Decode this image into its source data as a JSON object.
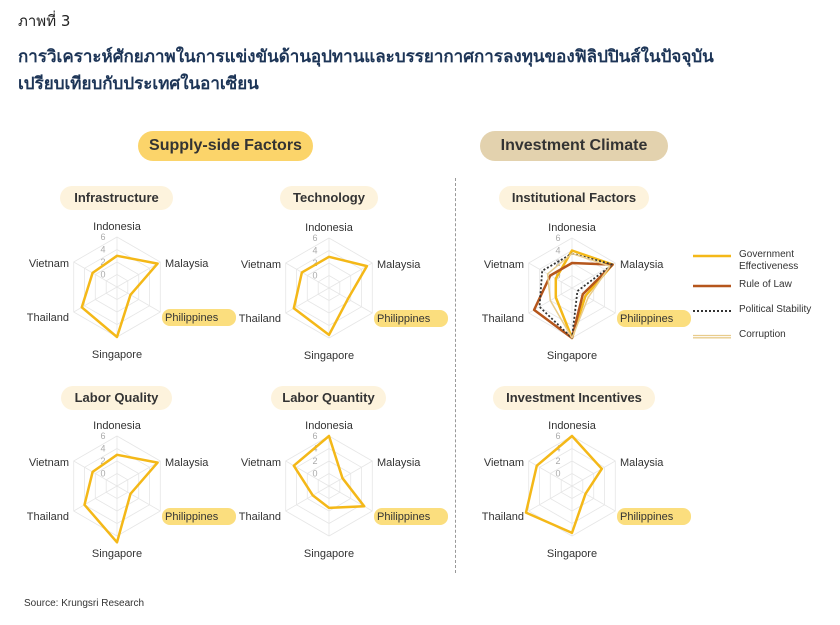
{
  "figure_label": "ภาพที่ 3",
  "headline": {
    "line1": "การวิเคราะห์ศักยภาพในการแข่งขันด้านอุปทานและบรรยากาศการลงทุนของฟิลิปปินส์ในปัจจุบัน",
    "line2": "เปรียบเทียบกับประเทศในอาเซียน"
  },
  "sections": {
    "supply": "Supply-side Factors",
    "investment": "Investment Climate"
  },
  "colors": {
    "gold": "#f4b818",
    "brown": "#b5561c",
    "light": "#e8cc8c",
    "highlight": "#fbde7e",
    "supply_pill": "#fbd46a",
    "investment_pill": "#e3d2ae"
  },
  "legend": [
    {
      "label": "Government Effectiveness",
      "style": "solid",
      "color": "#f4b818"
    },
    {
      "label": "Rule of Law",
      "style": "solid",
      "color": "#b5561c"
    },
    {
      "label": "Political Stability",
      "style": "dotted",
      "color": "#333333"
    },
    {
      "label": "Corruption",
      "style": "double",
      "color": "#e8cc8c"
    }
  ],
  "source": "Source: Krungsri Research",
  "chart_data": [
    {
      "type": "radar",
      "title": "Infrastructure",
      "axes": [
        "Indonesia",
        "Malaysia",
        "Philippines",
        "Singapore",
        "Thailand",
        "Vietnam"
      ],
      "highlight_axis": "Philippines",
      "tick_labels": [
        "6",
        "4",
        "2",
        "0"
      ],
      "rlim": [
        -2,
        6
      ],
      "series": [
        {
          "values": [
            3,
            5.5,
            0.5,
            6,
            4.5,
            2.5
          ]
        }
      ]
    },
    {
      "type": "radar",
      "title": "Technology",
      "axes": [
        "Indonesia",
        "Malaysia",
        "Philippines",
        "Singapore",
        "Thailand",
        "Vietnam"
      ],
      "highlight_axis": "Philippines",
      "tick_labels": [
        "6",
        "4",
        "2",
        "0"
      ],
      "rlim": [
        -2,
        6
      ],
      "series": [
        {
          "values": [
            3,
            5,
            1.5,
            5.5,
            4.5,
            3
          ]
        }
      ]
    },
    {
      "type": "radar",
      "title": "Labor Quality",
      "axes": [
        "Indonesia",
        "Malaysia",
        "Philippines",
        "Singapore",
        "Thailand",
        "Vietnam"
      ],
      "highlight_axis": "Philippines",
      "tick_labels": [
        "6",
        "4",
        "2",
        "0"
      ],
      "rlim": [
        -2,
        6
      ],
      "series": [
        {
          "values": [
            3,
            5.5,
            0.5,
            7,
            4,
            2.5
          ]
        }
      ]
    },
    {
      "type": "radar",
      "title": "Labor Quantity",
      "axes": [
        "Indonesia",
        "Malaysia",
        "Philippines",
        "Singapore",
        "Thailand",
        "Vietnam"
      ],
      "highlight_axis": "Philippines",
      "tick_labels": [
        "6",
        "4",
        "2",
        "0"
      ],
      "rlim": [
        -2,
        6
      ],
      "series": [
        {
          "values": [
            6,
            0.5,
            4.5,
            1.5,
            1,
            4.5
          ]
        }
      ]
    },
    {
      "type": "radar",
      "title": "Institutional Factors",
      "axes": [
        "Indonesia",
        "Malaysia",
        "Philippines",
        "Singapore",
        "Thailand",
        "Vietnam"
      ],
      "highlight_axis": "Philippines",
      "tick_labels": [
        "6",
        "4",
        "2",
        "0"
      ],
      "rlim": [
        -2,
        6
      ],
      "series": [
        {
          "name": "Government Effectiveness",
          "values": [
            4,
            5.5,
            0.5,
            6,
            1,
            1
          ]
        },
        {
          "name": "Rule of Law",
          "values": [
            2,
            5.5,
            0,
            6,
            5,
            2
          ]
        },
        {
          "name": "Political Stability",
          "values": [
            3.5,
            5.5,
            -1,
            6,
            4,
            3.5
          ]
        },
        {
          "name": "Corruption",
          "values": [
            3.5,
            5,
            1,
            6,
            2,
            2.5
          ]
        }
      ]
    },
    {
      "type": "radar",
      "title": "Investment Incentives",
      "axes": [
        "Indonesia",
        "Malaysia",
        "Philippines",
        "Singapore",
        "Thailand",
        "Vietnam"
      ],
      "highlight_axis": "Philippines",
      "tick_labels": [
        "6",
        "4",
        "2",
        "0"
      ],
      "rlim": [
        -2,
        6
      ],
      "series": [
        {
          "values": [
            6,
            3.5,
            0.5,
            5.5,
            6.5,
            4.5
          ]
        }
      ]
    }
  ]
}
